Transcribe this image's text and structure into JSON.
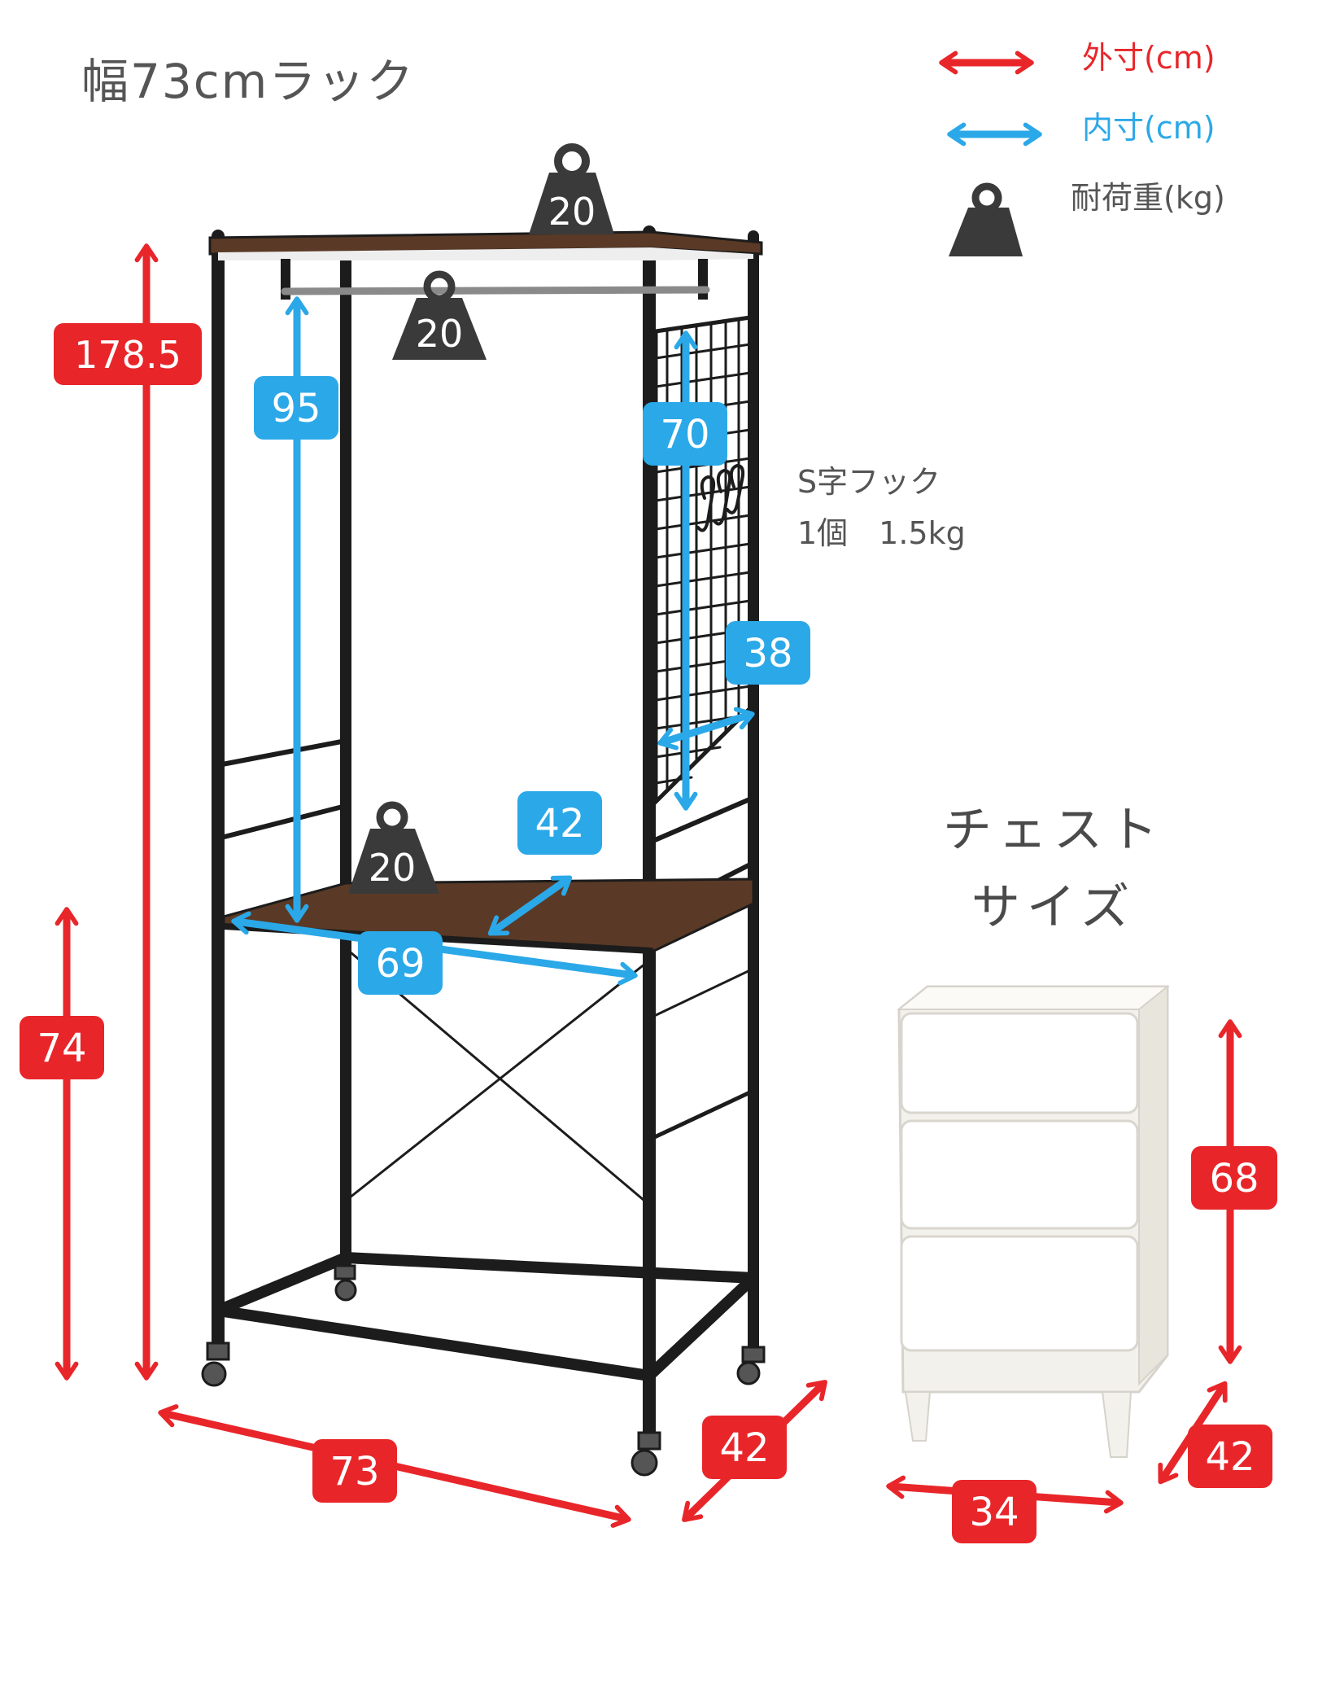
{
  "title": "幅73cmラック",
  "legend": {
    "outer": "外寸(cm)",
    "inner": "内寸(cm)",
    "load": "耐荷重(kg)"
  },
  "hook_note": {
    "line1": "S字フック",
    "line2": "1個　1.5kg"
  },
  "chest_title": {
    "line1": "チェスト",
    "line2": "サイズ"
  },
  "weights": {
    "top_shelf": "20",
    "hanger_bar": "20",
    "middle_shelf": "20"
  },
  "outer_dims": {
    "total_height": "178.5",
    "shelf_height": "74",
    "width": "73",
    "depth": "42",
    "chest_height": "68",
    "chest_width": "34",
    "chest_depth": "42"
  },
  "inner_dims": {
    "hanging_height": "95",
    "mesh_height": "70",
    "mesh_width": "38",
    "shelf_depth": "42",
    "shelf_width": "69"
  },
  "colors": {
    "outer": "#e8262a",
    "inner": "#2ba8e8",
    "weight": "#3a3a3a",
    "frame": "#1c1c1c",
    "wood": "#5a3a26"
  }
}
